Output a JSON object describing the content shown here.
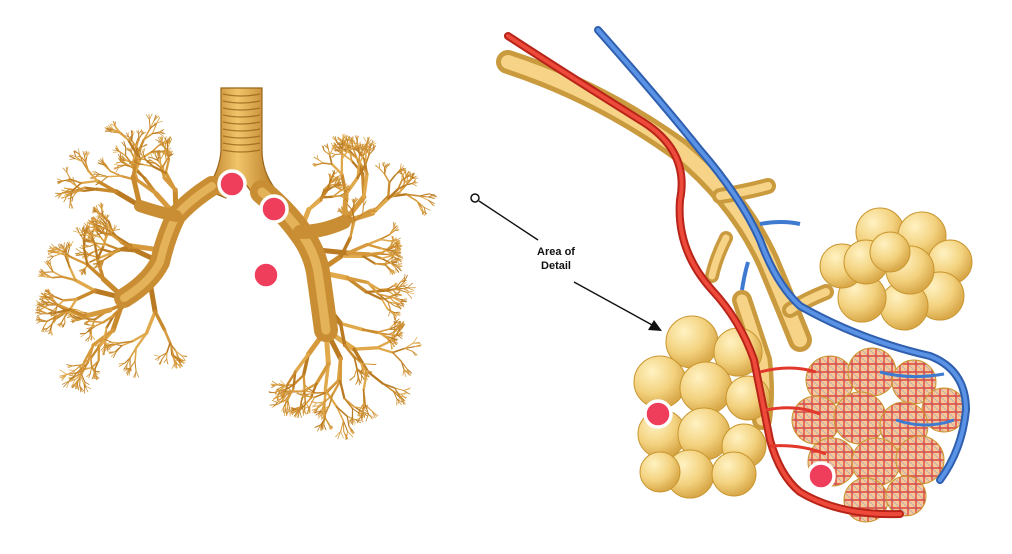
{
  "callout": {
    "line1": "Area of",
    "line2": "Detail"
  },
  "hotspots": [
    {
      "name": "trachea-hotspot"
    },
    {
      "name": "bronchus-hotspot"
    },
    {
      "name": "bronchi-branch-hotspot"
    },
    {
      "name": "alveoli-sac-hotspot"
    },
    {
      "name": "capillary-network-hotspot"
    }
  ],
  "colors": {
    "airway_gold": "#d69a3c",
    "airway_light": "#f0c26a",
    "airway_dark": "#a8701f",
    "alveoli_fill": "#f6d888",
    "alveoli_shade": "#e0b85a",
    "artery_red": "#e2382b",
    "vein_blue": "#3f7ad1",
    "hotspot_fill": "#ef3d5c",
    "hotspot_ring": "#ffffff",
    "text": "#111111"
  }
}
